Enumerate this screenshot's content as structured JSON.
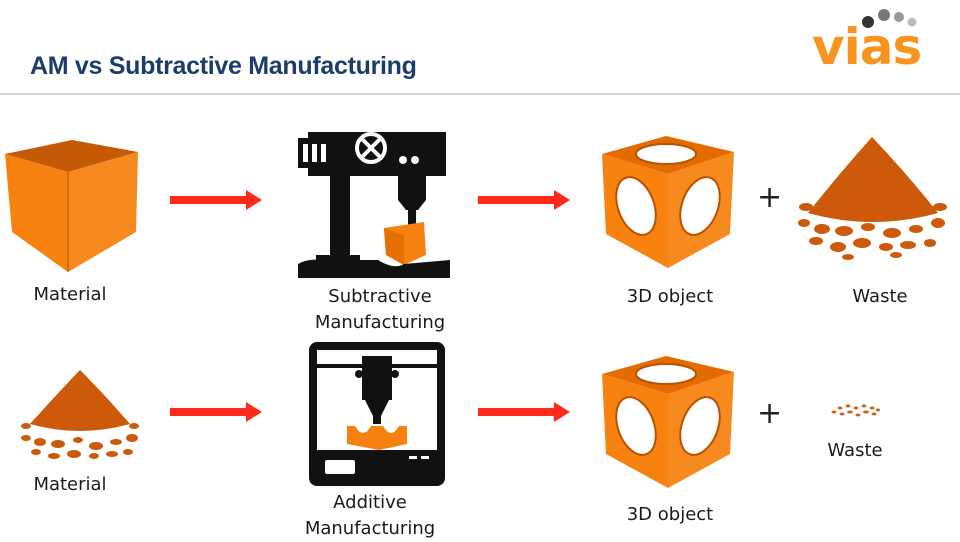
{
  "header": {
    "title": "AM vs Subtractive Manufacturing",
    "logo_text": "vias"
  },
  "colors": {
    "title": "#1d3c6e",
    "logo": "#f7941d",
    "material_orange": "#f7820f",
    "powder": "#cc5a0a",
    "arrow": "#ff2a1a",
    "machine": "#111111"
  },
  "rows": [
    {
      "id": "subtractive",
      "material_label": "Material",
      "process_label_line1": "Subtractive",
      "process_label_line2": "Manufacturing",
      "output_label": "3D object",
      "operator": "+",
      "waste_label": "Waste",
      "waste_amount": "large"
    },
    {
      "id": "additive",
      "material_label": "Material",
      "process_label_line1": "Additive",
      "process_label_line2": "Manufacturing",
      "output_label": "3D object",
      "operator": "+",
      "waste_label": "Waste",
      "waste_amount": "small"
    }
  ],
  "icons": {
    "material_row1": "solid-cube-icon",
    "material_row2": "powder-pile-icon",
    "process_row1": "milling-machine-icon",
    "process_row2": "3d-printer-icon",
    "output": "lattice-cube-icon",
    "waste_row1": "powder-pile-icon",
    "waste_row2": "powder-scatter-icon",
    "arrow": "right-arrow-icon"
  }
}
